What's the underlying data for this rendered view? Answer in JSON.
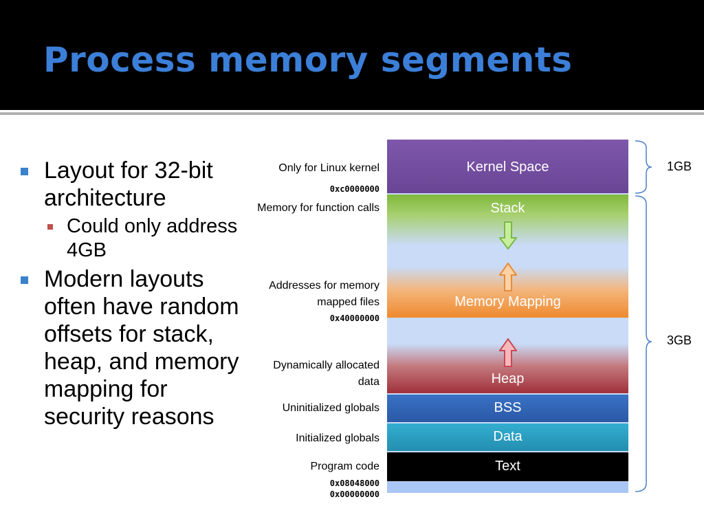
{
  "slide": {
    "title": "Process memory segments"
  },
  "bullets": [
    {
      "level": 1,
      "text": "Layout for 32-bit architecture"
    },
    {
      "level": 2,
      "text": "Could only address 4GB"
    },
    {
      "level": 1,
      "text": "Modern layouts often have random offsets for stack, heap, and memory mapping for security reasons"
    }
  ],
  "diagram": {
    "segments": {
      "kernel": "Kernel Space",
      "stack": "Stack",
      "mmap": "Memory Mapping",
      "heap": "Heap",
      "bss": "BSS",
      "data": "Data",
      "text": "Text"
    },
    "labels": {
      "kernel": "Only for Linux kernel",
      "stack": "Memory for function calls",
      "mmap": "Addresses for memory mapped files",
      "heap": "Dynamically allocated data",
      "bss": "Uninitialized globals",
      "data": "Initialized globals",
      "text": "Program code"
    },
    "addresses": {
      "kernel_start": "0xc0000000",
      "mmap_start": "0x40000000",
      "text_start": "0x08048000",
      "zero": "0x00000000"
    },
    "sizes": {
      "kernel": "1GB",
      "user": "3GB"
    },
    "colors": {
      "kernel": "#7b52a4",
      "stack": "#8dbf45",
      "mmap": "#f0923a",
      "heap": "#a8343c",
      "bss": "#3165b8",
      "data": "#2a9dbf",
      "text": "#000000",
      "free": "#c9dbf7"
    }
  }
}
